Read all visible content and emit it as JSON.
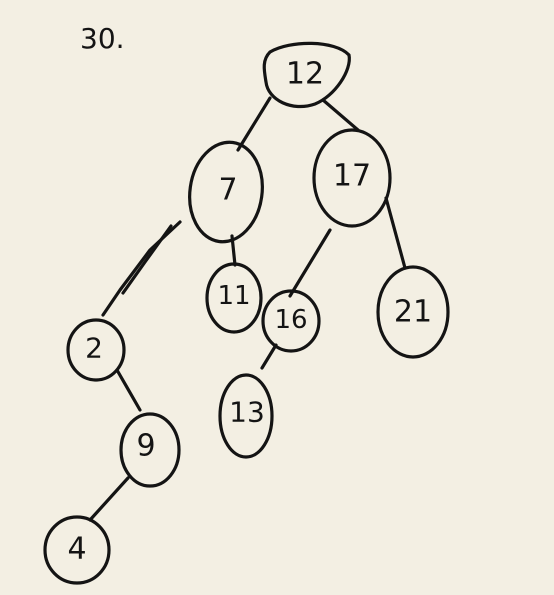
{
  "heading": "30.",
  "nodes": {
    "n12": "12",
    "n7": "7",
    "n17": "17",
    "n11": "11",
    "n16": "16",
    "n21": "21",
    "n2": "2",
    "n13": "13",
    "n9": "9",
    "n4": "4"
  },
  "ink_color": "#141414",
  "paper_color": "#f3efe3"
}
